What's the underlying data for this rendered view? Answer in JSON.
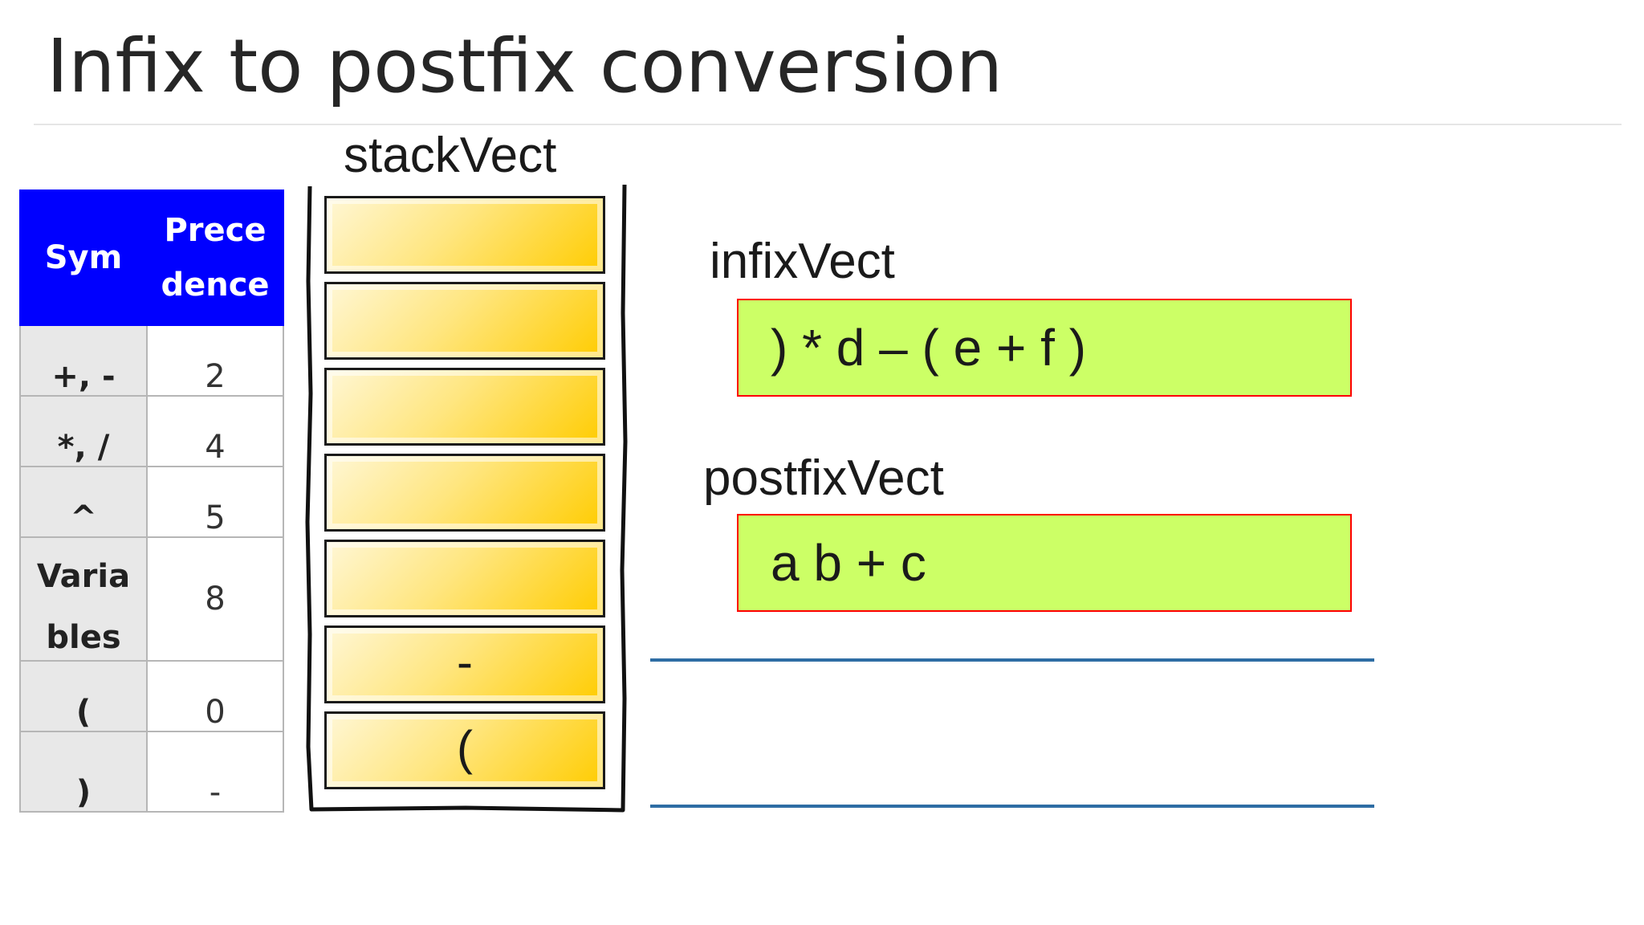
{
  "slide": {
    "title": "Infix to postfix conversion"
  },
  "table": {
    "headers": {
      "sym": "Sym",
      "prec_line1": "Prece",
      "prec_line2": "dence"
    },
    "rows": [
      {
        "sym": "+, -",
        "value": "2"
      },
      {
        "sym": "*, /",
        "value": "4"
      },
      {
        "sym": "^",
        "value": "5"
      },
      {
        "sym": "Varia",
        "sym2": "bles",
        "value": "8"
      },
      {
        "sym": "(",
        "value": "0"
      },
      {
        "sym": ")",
        "value": "-"
      }
    ]
  },
  "stack": {
    "label": "stackVect",
    "cells": [
      "",
      "",
      "",
      "",
      "",
      "-",
      "("
    ]
  },
  "infix": {
    "label": "infixVect",
    "value": ") * d – ( e + f )"
  },
  "postfix": {
    "label": "postfixVect",
    "value": "a b + c"
  },
  "colors": {
    "header_bg": "#0000ff",
    "vector_bg": "#ccff66",
    "vector_border": "#ff0000",
    "stack_fill": "#ffcc00",
    "divider_line": "#2e6da4"
  }
}
